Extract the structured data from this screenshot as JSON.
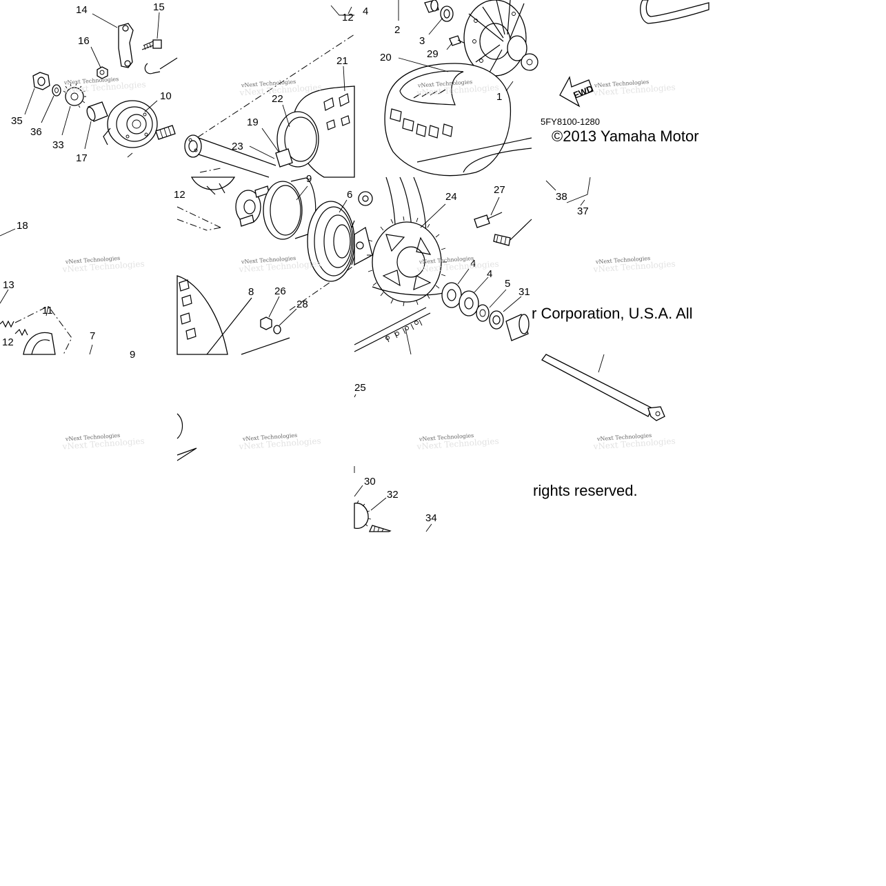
{
  "callouts": {
    "c1": "1",
    "c2": "2",
    "c3": "3",
    "c4a": "4",
    "c4b": "4",
    "c4c": "4",
    "c5": "5",
    "c6": "6",
    "c7": "7",
    "c8": "8",
    "c9a": "9",
    "c9b": "9",
    "c10": "10",
    "c11": "11",
    "c12a": "12",
    "c12b": "12",
    "c12c": "12",
    "c13": "13",
    "c14": "14",
    "c15": "15",
    "c16": "16",
    "c17": "17",
    "c18": "18",
    "c19": "19",
    "c20": "20",
    "c21": "21",
    "c22": "22",
    "c23": "23",
    "c24": "24",
    "c25": "25",
    "c26": "26",
    "c27": "27",
    "c28": "28",
    "c29": "29",
    "c30": "30",
    "c31": "31",
    "c32": "32",
    "c33": "33",
    "c34": "34",
    "c35": "35",
    "c36": "36",
    "c37": "37",
    "c38": "38"
  },
  "fwd_label": "FWD",
  "part_code": "5FY8100-1280",
  "copyright": {
    "line1": "©2013 Yamaha Motor",
    "line2": "r Corporation, U.S.A. All",
    "line3": "rights reserved."
  },
  "watermark": {
    "text": "vNext Technologies"
  },
  "colors": {
    "line": "#000000",
    "background": "#ffffff",
    "watermark": "#666666"
  }
}
